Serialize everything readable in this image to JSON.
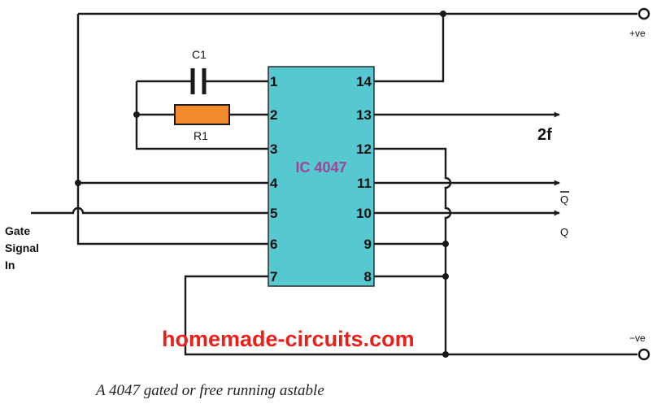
{
  "ic": {
    "label": "IC 4047",
    "body_color": "#56c8d0",
    "label_color": "#a0449a",
    "left_pins": [
      "1",
      "2",
      "3",
      "4",
      "5",
      "6",
      "7"
    ],
    "right_pins": [
      "14",
      "13",
      "12",
      "11",
      "10",
      "9",
      "8"
    ]
  },
  "components": {
    "capacitor_label": "C1",
    "resistor_label": "R1",
    "resistor_color": "#f08a2a"
  },
  "terminals": {
    "positive": "+ve",
    "negative": "−ve"
  },
  "outputs": {
    "pin13": "2f",
    "pin11": "Q",
    "pin10": "Q"
  },
  "gate_input": [
    "Gate",
    "Signal",
    "In"
  ],
  "watermark": {
    "text": "homemade-circuits.com",
    "color": "#e8201a"
  },
  "caption": "A 4047 gated or free running astable"
}
